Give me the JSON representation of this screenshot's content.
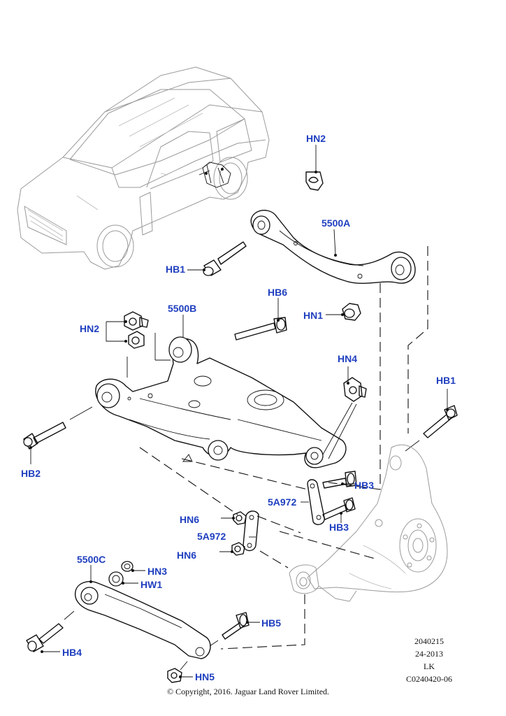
{
  "callouts": {
    "hn2_top": "HN2",
    "p5500a": "5500A",
    "hb1_left": "HB1",
    "hb6": "HB6",
    "hn1": "HN1",
    "p5500b": "5500B",
    "hn2_left": "HN2",
    "hn4": "HN4",
    "hb1_right": "HB1",
    "hb2": "HB2",
    "hb3_upper": "HB3",
    "p5a972_upper": "5A972",
    "hn6_upper": "HN6",
    "hb3_lower": "HB3",
    "p5a972_lower": "5A972",
    "hn6_lower": "HN6",
    "p5500c": "5500C",
    "hn3": "HN3",
    "hw1": "HW1",
    "hb5": "HB5",
    "hb4": "HB4",
    "hn5": "HN5"
  },
  "reference": {
    "line1": "2040215",
    "line2": "24-2013",
    "line3": "LK",
    "line4": "C0240420-06"
  },
  "copyright": "© Copyright, 2016. Jaguar Land Rover Limited.",
  "colors": {
    "callout": "#1f3fbf",
    "linework": "#111111",
    "ghost_vehicle": "#9a9a9a"
  }
}
